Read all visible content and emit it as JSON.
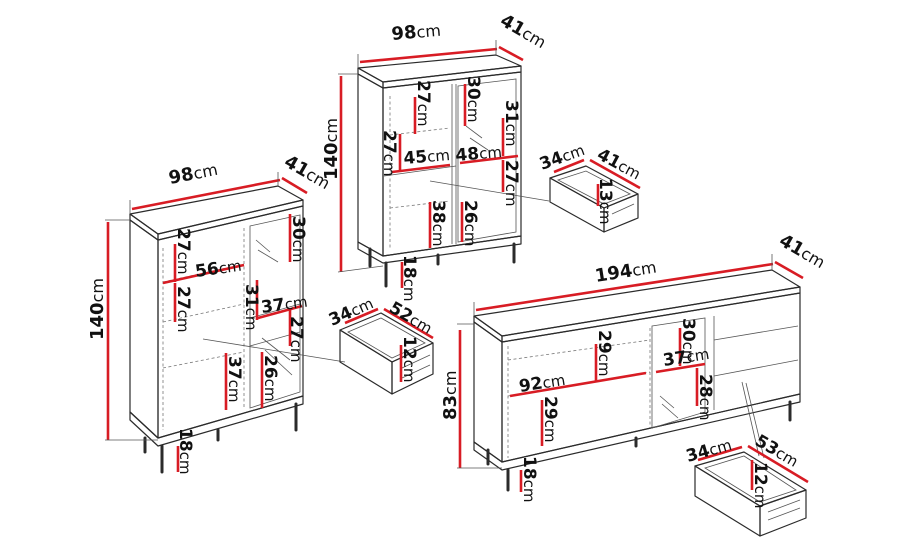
{
  "unit": "cm",
  "cabinet_left": {
    "width": "98",
    "depth": "41",
    "height": "140",
    "leg_height": "18",
    "inner_heights": [
      "27",
      "27",
      "37",
      "30",
      "31",
      "27",
      "26"
    ],
    "inner_widths": [
      "56",
      "37"
    ]
  },
  "drawer_left": {
    "depth": "34",
    "width": "52",
    "height": "12"
  },
  "cabinet_top": {
    "width": "98",
    "depth": "41",
    "height": "140",
    "leg_height": "18",
    "inner_heights": [
      "27",
      "30",
      "31",
      "27",
      "27",
      "38",
      "26"
    ],
    "inner_widths": [
      "45",
      "48"
    ]
  },
  "drawer_top": {
    "depth": "34",
    "width": "41",
    "height": "13"
  },
  "sideboard": {
    "width": "194",
    "depth": "41",
    "height": "83",
    "leg_height": "18",
    "inner_heights": [
      "29",
      "30",
      "28",
      "29"
    ],
    "inner_widths": [
      "92",
      "37"
    ]
  },
  "drawer_sideboard": {
    "depth": "34",
    "width": "53",
    "height": "12"
  }
}
